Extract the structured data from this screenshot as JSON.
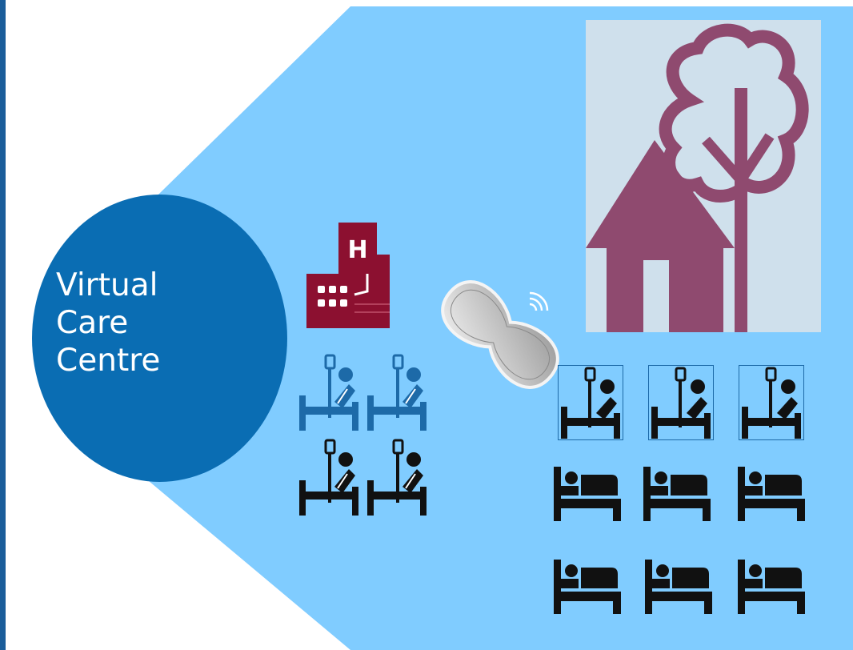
{
  "virtual_care_centre": {
    "label_lines": [
      "Virtual",
      "Care",
      "Centre"
    ]
  },
  "colors": {
    "background_shape": "#80ccff",
    "circle": "#0a6db3",
    "left_bar": "#1a5d9a",
    "hospital": "#8c1030",
    "home_tree": "#8f4a6f",
    "home_panel": "#cfe0ec",
    "bed_blue": "#1d6aa8",
    "bed_black": "#111111"
  },
  "hospital": {
    "icon": "hospital-building-icon",
    "sign": "H"
  },
  "wearable_sensor": {
    "icon": "wearable-sensor-icon"
  },
  "home": {
    "icon": "house-and-tree-icon"
  },
  "hospital_beds": {
    "icon": "patient-iv-bed-icon",
    "blue_count": 2,
    "black_count": 2
  },
  "home_beds": {
    "iv_icon": "patient-iv-bed-icon",
    "iv_count": 3,
    "plain_icon": "patient-bed-icon",
    "plain_count": 6
  }
}
